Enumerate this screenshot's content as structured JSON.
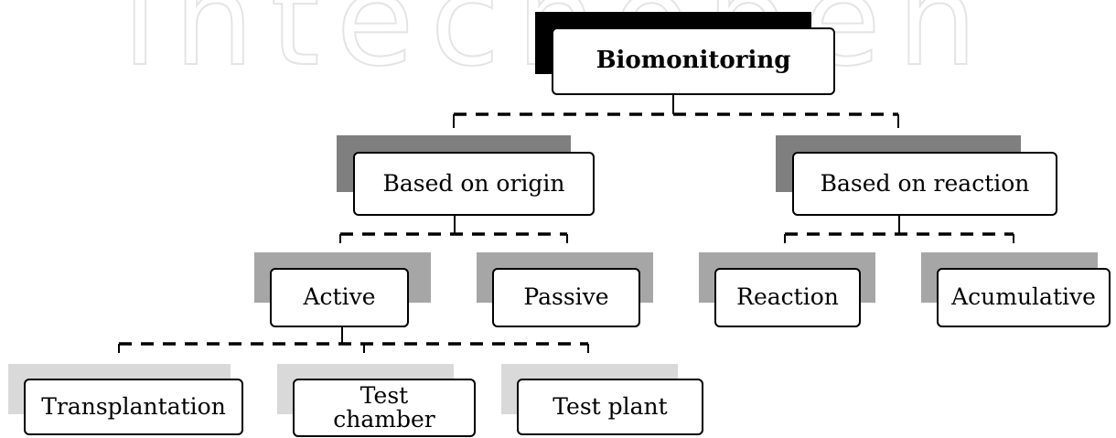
{
  "watermark": "intechopen",
  "colors": {
    "root_shadow": "#000000",
    "shadow_dark": "#7f7f7f",
    "shadow_light": "#a6a6a6",
    "shadow_lighter": "#d9d9d9",
    "box_border": "#000000",
    "connector": "#000000"
  },
  "nodes": {
    "root": {
      "label": "Biomonitoring"
    },
    "origin": {
      "label": "Based on origin"
    },
    "reaction_basis": {
      "label": "Based on reaction"
    },
    "active": {
      "label": "Active"
    },
    "passive": {
      "label": "Passive"
    },
    "reaction": {
      "label": "Reaction"
    },
    "acumulative": {
      "label": "Acumulative"
    },
    "transplantation": {
      "label": "Transplantation"
    },
    "test_chamber": {
      "label": "Test\nchamber"
    },
    "test_plant": {
      "label": "Test plant"
    }
  },
  "edges": [
    {
      "from": "root",
      "to": "origin"
    },
    {
      "from": "root",
      "to": "reaction_basis"
    },
    {
      "from": "origin",
      "to": "active"
    },
    {
      "from": "origin",
      "to": "passive"
    },
    {
      "from": "reaction_basis",
      "to": "reaction"
    },
    {
      "from": "reaction_basis",
      "to": "acumulative"
    },
    {
      "from": "active",
      "to": "transplantation"
    },
    {
      "from": "active",
      "to": "test_chamber"
    },
    {
      "from": "active",
      "to": "test_plant"
    }
  ]
}
